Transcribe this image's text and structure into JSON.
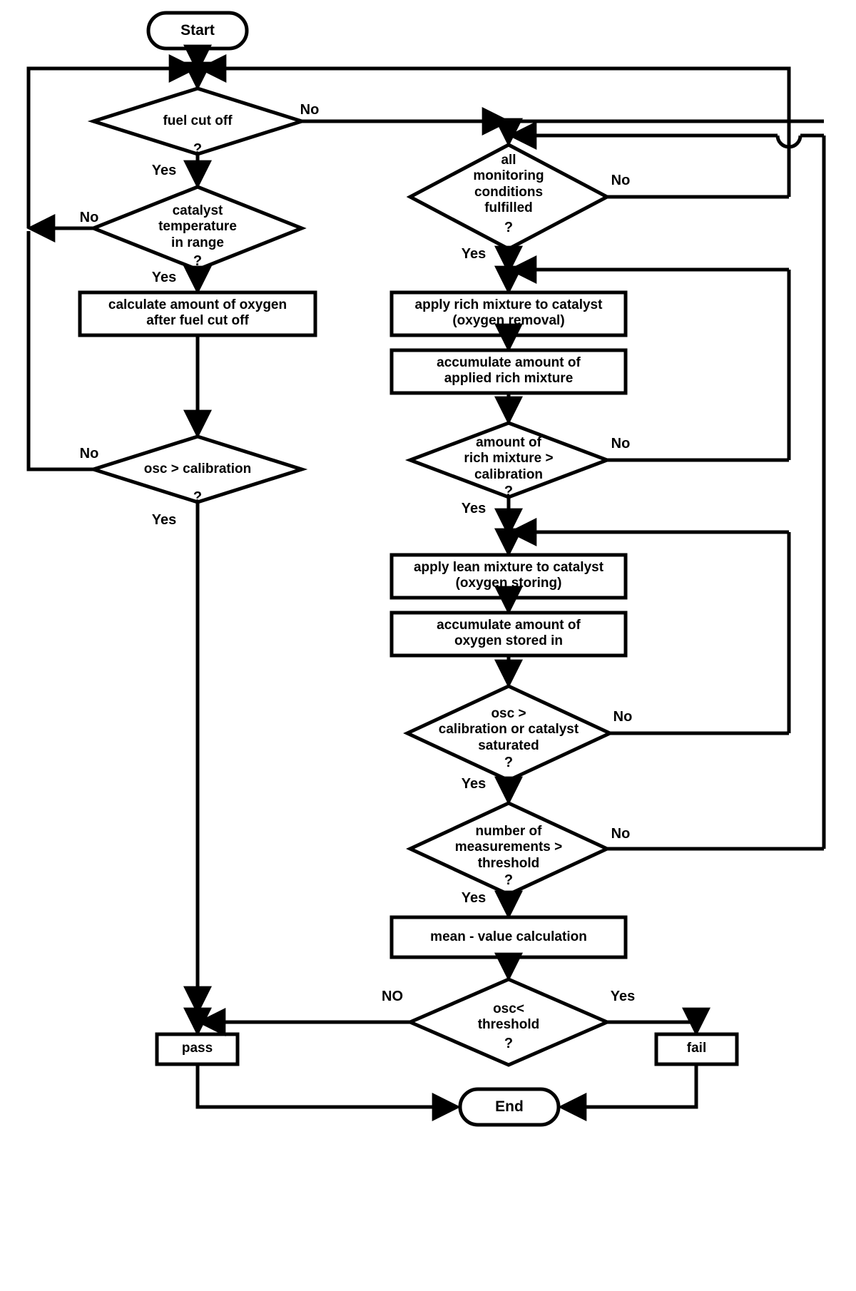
{
  "diagram": {
    "title": "Catalyst oxygen storage capacity monitoring flowchart",
    "stroke_color": "#000000",
    "fill_color": "#ffffff",
    "background": "#ffffff"
  },
  "nodes": {
    "start": {
      "label": "Start",
      "shape": "terminator"
    },
    "fuel_cut_off": {
      "label": "fuel cut off",
      "question": "?",
      "shape": "decision"
    },
    "catalyst_temp": {
      "label": "catalyst\ntemperature\nin range",
      "question": "?",
      "shape": "decision"
    },
    "calc_oxygen": {
      "label": "calculate amount of oxygen\nafter fuel cut off",
      "shape": "process"
    },
    "osc_calibration": {
      "label": "osc > calibration",
      "question": "?",
      "shape": "decision"
    },
    "pass": {
      "label": "pass",
      "shape": "process"
    },
    "monitoring_conditions": {
      "label": "all\nmonitoring\nconditions\nfulfilled",
      "question": "?",
      "shape": "decision"
    },
    "apply_rich": {
      "label": "apply rich mixture to catalyst\n(oxygen removal)",
      "shape": "process"
    },
    "accumulate_rich": {
      "label": "accumulate amount of\napplied rich mixture",
      "shape": "process"
    },
    "amount_rich": {
      "label": "amount of\nrich mixture >\ncalibration",
      "question": "?",
      "shape": "decision"
    },
    "apply_lean": {
      "label": "apply lean mixture to catalyst\n(oxygen storing)",
      "shape": "process"
    },
    "accumulate_oxygen": {
      "label": "accumulate amount of\noxygen stored in",
      "shape": "process"
    },
    "osc_saturated": {
      "label": "osc >\ncalibration  or catalyst\nsaturated",
      "question": "?",
      "shape": "decision"
    },
    "number_measurements": {
      "label": "number of\nmeasurements >\nthreshold",
      "question": "?",
      "shape": "decision"
    },
    "mean_value": {
      "label": "mean - value calculation",
      "shape": "process"
    },
    "osc_threshold": {
      "label": "osc<\nthreshold",
      "question": "?",
      "shape": "decision"
    },
    "fail": {
      "label": "fail",
      "shape": "process"
    },
    "end": {
      "label": "End",
      "shape": "terminator"
    }
  },
  "edge_labels": {
    "fuel_cut_off_no": "No",
    "fuel_cut_off_yes": "Yes",
    "catalyst_temp_no": "No",
    "catalyst_temp_yes": "Yes",
    "osc_calibration_no": "No",
    "osc_calibration_yes": "Yes",
    "monitoring_conditions_no": "No",
    "monitoring_conditions_yes": "Yes",
    "amount_rich_no": "No",
    "amount_rich_yes": "Yes",
    "osc_saturated_no": "No",
    "osc_saturated_yes": "Yes",
    "number_measurements_no": "No",
    "number_measurements_yes": "Yes",
    "osc_threshold_no": "NO",
    "osc_threshold_yes": "Yes"
  },
  "questions": {
    "q": "?"
  }
}
